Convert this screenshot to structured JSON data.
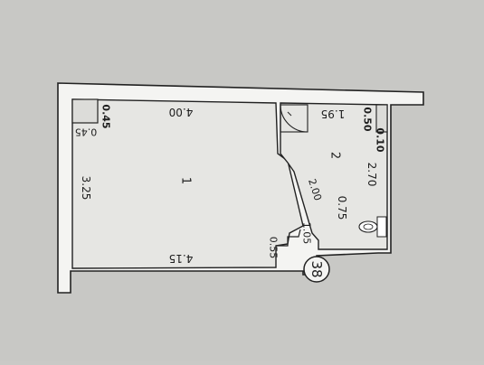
{
  "plan": {
    "apartment_number": "38",
    "rooms": [
      {
        "id": "1",
        "label": "1"
      },
      {
        "id": "2",
        "label": "2"
      }
    ],
    "dimensions": {
      "room1_top": "4.00",
      "room1_bottom": "4.15",
      "room1_left": "3.25",
      "column_width": "0.45",
      "column_depth": "0.45",
      "step_bottom": "0.55",
      "room2_top": "1.95",
      "room2_right": "2.70",
      "room2_diagonal": "2.00",
      "room2_inner": "0.75",
      "room2_bottom": "1.05",
      "niche_width": "0.50",
      "niche_depth": "0.10"
    }
  }
}
